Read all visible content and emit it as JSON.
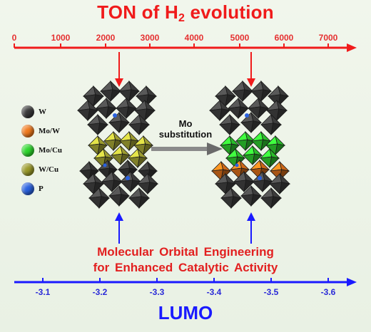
{
  "title": {
    "prefix": "TON of H",
    "sub": "2",
    "suffix": " evolution"
  },
  "ton_axis": {
    "ticks": [
      "0",
      "1000",
      "2000",
      "3000",
      "4000",
      "5000",
      "6000",
      "7000"
    ],
    "color": "#f01b1b"
  },
  "lumo_axis": {
    "ticks": [
      "-3.1",
      "-3.2",
      "-3.3",
      "-3.4",
      "-3.5",
      "-3.6"
    ],
    "color": "#1a1aff"
  },
  "lumo_title": "LUMO",
  "legend": [
    {
      "label": "W",
      "color": "#3a3a3a"
    },
    {
      "label": "Mo/W",
      "color": "#f07a1e"
    },
    {
      "label": "Mo/Cu",
      "color": "#2ed82e"
    },
    {
      "label": "W/Cu",
      "color": "#9a9a2a"
    },
    {
      "label": "P",
      "color": "#2a62e0"
    }
  ],
  "transition": {
    "line1": "Mo",
    "line2": "substitution"
  },
  "caption": {
    "line1": "Molecular  Orbital  Engineering",
    "line2": "for Enhanced Catalytic Activity"
  },
  "structures": {
    "left": {
      "core_color": "#b7b73a",
      "band_color": "#3c3c3c"
    },
    "right": {
      "core_color": "#33e033",
      "band_color": "#f0791c"
    }
  }
}
